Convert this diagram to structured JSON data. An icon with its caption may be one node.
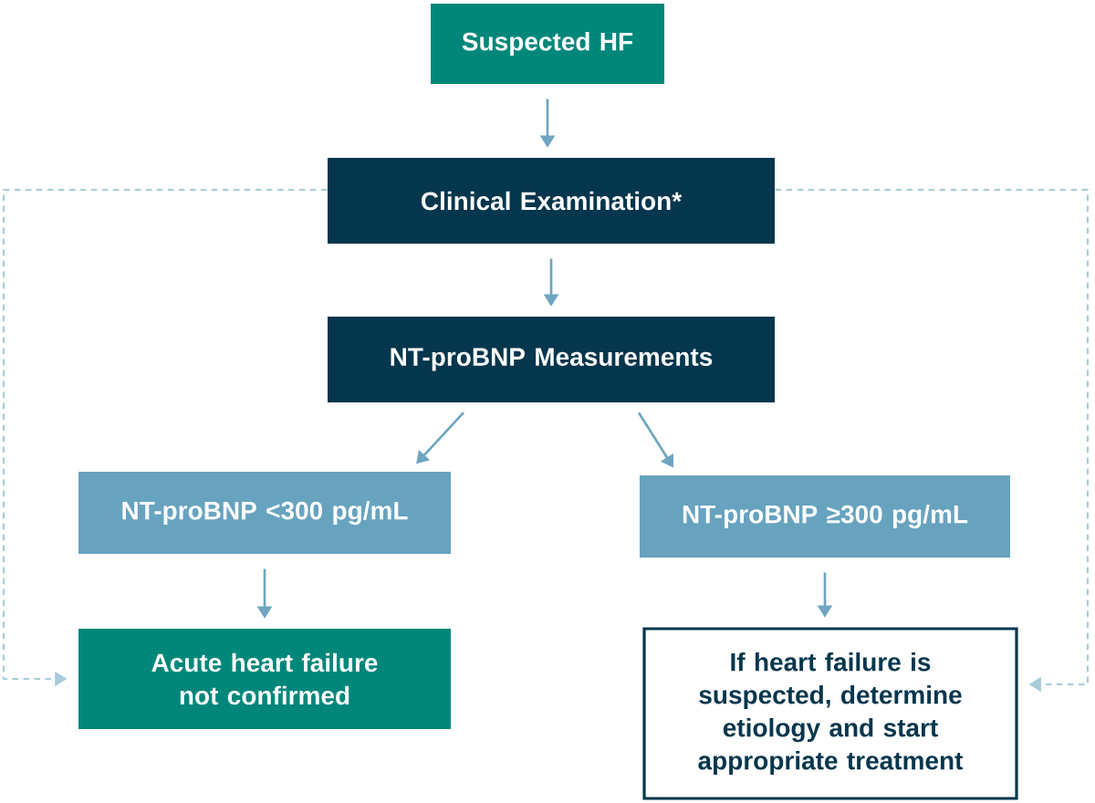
{
  "diagram": {
    "nodes": [
      {
        "text": [
          "Suspected HF"
        ]
      },
      {
        "text": [
          "Clinical Examination*"
        ]
      },
      {
        "text": [
          "NT-proBNP Measurements"
        ]
      },
      {
        "text": [
          "NT-proBNP <300 pg/mL"
        ]
      },
      {
        "text": [
          "NT-proBNP ≥300 pg/mL"
        ]
      },
      {
        "text": [
          "Acute heart failure not confirmed"
        ]
      },
      {
        "text": [
          "If heart failure is suspected, determine etiology and start appropriate treatment"
        ]
      }
    ],
    "edges": [
      {
        "from": 0,
        "to": 1,
        "arrow": "to"
      },
      {
        "from": 1,
        "to": 2,
        "arrow": "to"
      },
      {
        "from": 2,
        "to": 3,
        "arrow": "to"
      },
      {
        "from": 2,
        "to": 4,
        "arrow": "to"
      },
      {
        "from": 3,
        "to": 5,
        "arrow": "to"
      },
      {
        "from": 4,
        "to": 6,
        "arrow": "to"
      },
      {
        "from": 1,
        "to": 5,
        "arrow": "to",
        "style": "dashed",
        "color": "#a9cbdb"
      },
      {
        "from": 1,
        "to": 6,
        "arrow": "to",
        "style": "dashed",
        "color": "#a9cbdb"
      }
    ]
  }
}
